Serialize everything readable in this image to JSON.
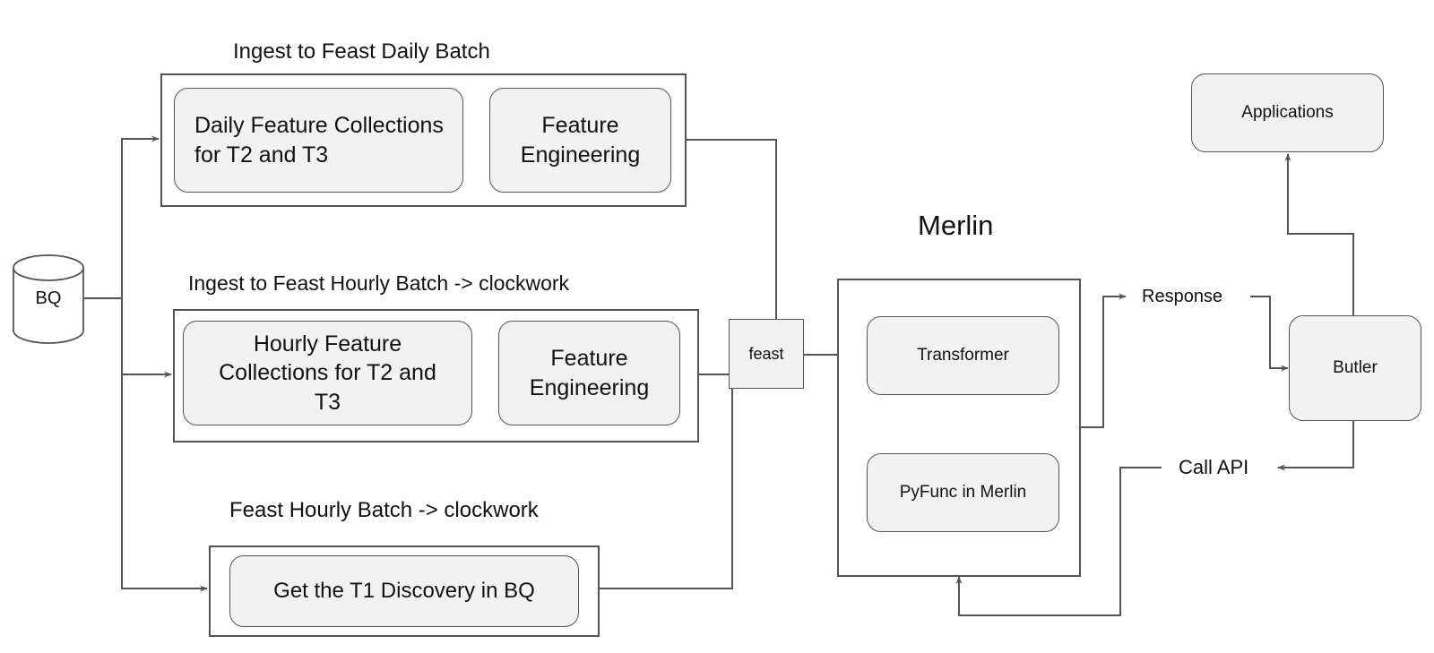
{
  "groups": {
    "daily": {
      "title": "Ingest to Feast Daily Batch",
      "collections": "Daily Feature Collections for T2 and T3",
      "engineering": "Feature Engineering"
    },
    "hourly": {
      "title": "Ingest to Feast Hourly Batch -> clockwork",
      "collections": "Hourly Feature Collections for T2 and T3",
      "engineering": "Feature Engineering"
    },
    "discovery": {
      "title": "Feast Hourly Batch -> clockwork",
      "task": "Get the T1 Discovery in BQ"
    }
  },
  "source": {
    "label": "BQ"
  },
  "feast": {
    "label": "feast"
  },
  "merlin": {
    "title": "Merlin",
    "transformer": "Transformer",
    "pyfunc": "PyFunc in Merlin"
  },
  "response": {
    "label": "Response"
  },
  "call_api": {
    "label": "Call API"
  },
  "butler": {
    "label": "Butler"
  },
  "applications": {
    "label": "Applications"
  },
  "colors": {
    "stroke": "#555555",
    "node_fill": "#f2f2f2"
  }
}
